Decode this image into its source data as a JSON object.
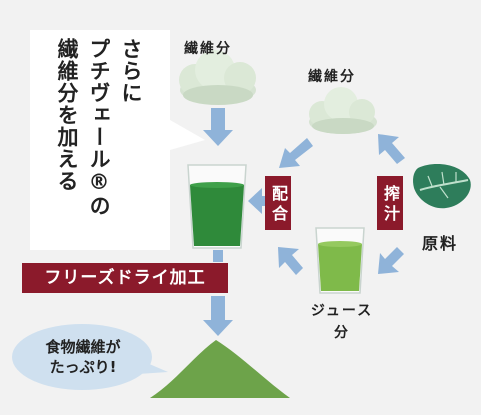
{
  "callout": {
    "line1": "さらに",
    "line2": "プチヴェール®の",
    "line3": "繊維分を加える"
  },
  "fiber_top": "繊維分",
  "fiber_right": "繊維分",
  "mix_label": "配合",
  "squeeze_label": "搾汁",
  "raw_label": "原料",
  "juice_label": "ジュース分",
  "freeze_dry": "フリーズドライ加工",
  "result_bubble": {
    "line1": "食物繊維が",
    "line2": "たっぷり!"
  },
  "colors": {
    "accent": "#8b1a2b",
    "arrow": "#8fb3d9",
    "juice_dark": "#2f8a3a",
    "juice_light": "#7fba4a",
    "powder": "#6da34a"
  }
}
